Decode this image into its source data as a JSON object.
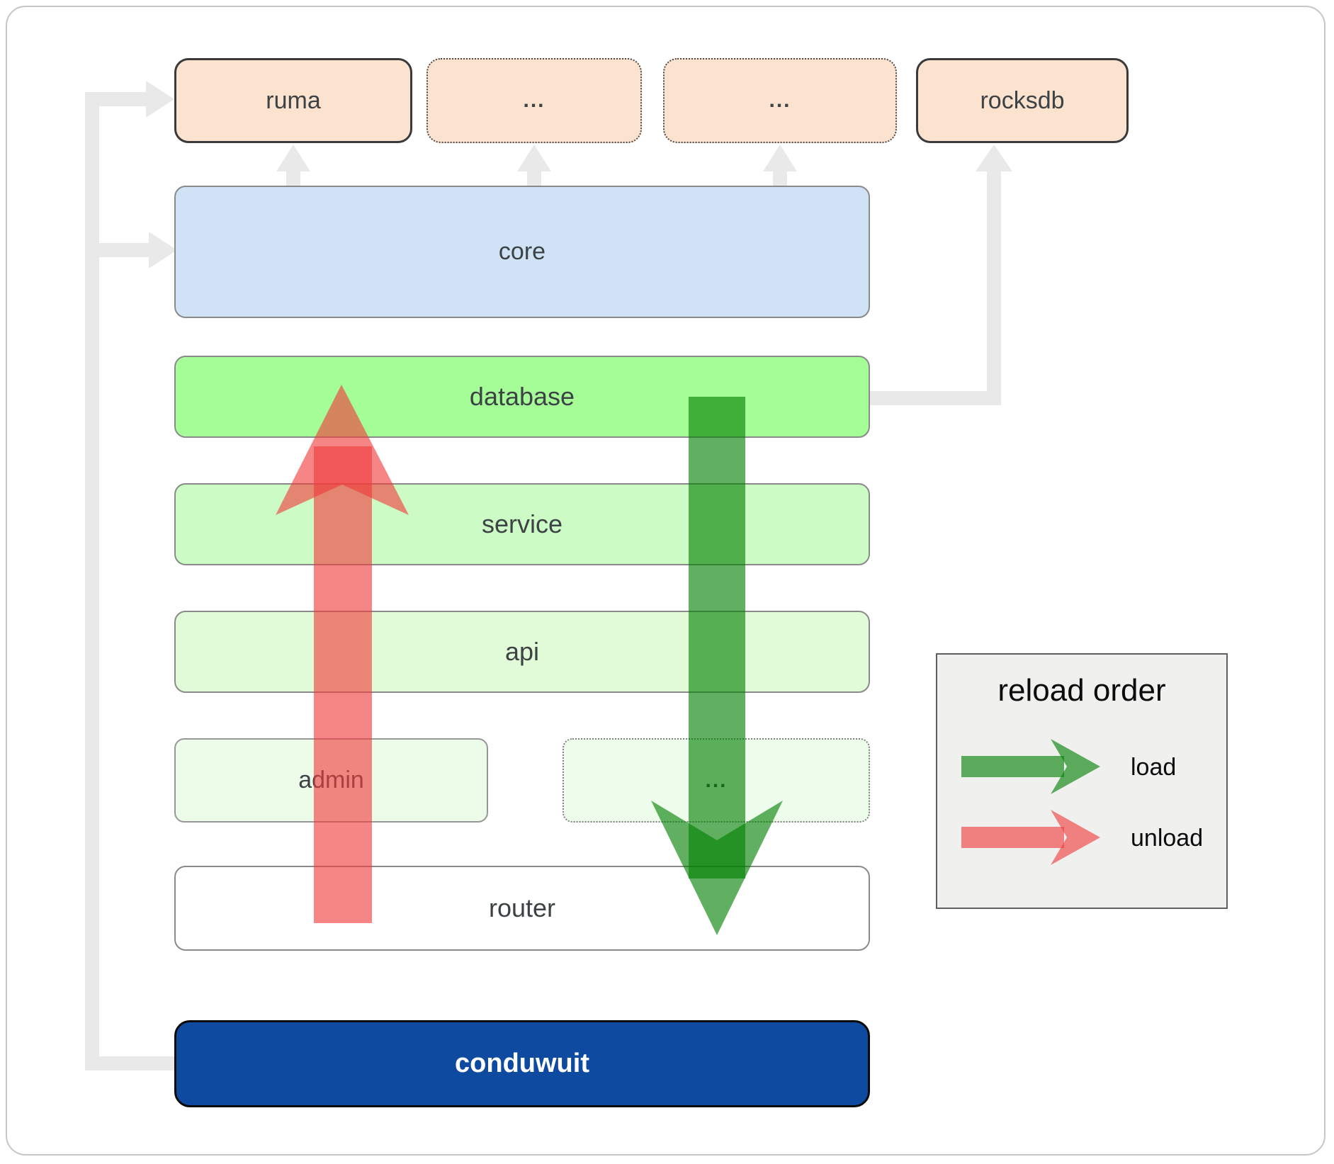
{
  "diagram": {
    "nodes": {
      "ruma": "ruma",
      "ext_top_1": "...",
      "ext_top_2": "...",
      "rocksdb": "rocksdb",
      "core": "core",
      "database": "database",
      "service": "service",
      "api": "api",
      "admin": "admin",
      "ext_bottom": "...",
      "router": "router",
      "conduwuit": "conduwuit"
    },
    "legend": {
      "title": "reload order",
      "items": [
        {
          "label": "load",
          "color": "#008000"
        },
        {
          "label": "unload",
          "color": "#f03c3c"
        }
      ]
    },
    "colors": {
      "peach_fill": "#fce3d0",
      "core_blue": "#cfe2f6",
      "database_green": "#a5fd97",
      "service_green": "#cdfbc5",
      "api_green": "#e1fbd9",
      "admin_green": "#ecfce9",
      "router_white": "#ffffff",
      "conduwuit_blue": "#0e4a9f",
      "connector_gray": "#e9e9e9",
      "load_arrow": "rgba(0,128,0,0.62)",
      "unload_arrow": "rgba(240,60,60,0.62)",
      "legend_bg": "#f0f0ee"
    }
  }
}
